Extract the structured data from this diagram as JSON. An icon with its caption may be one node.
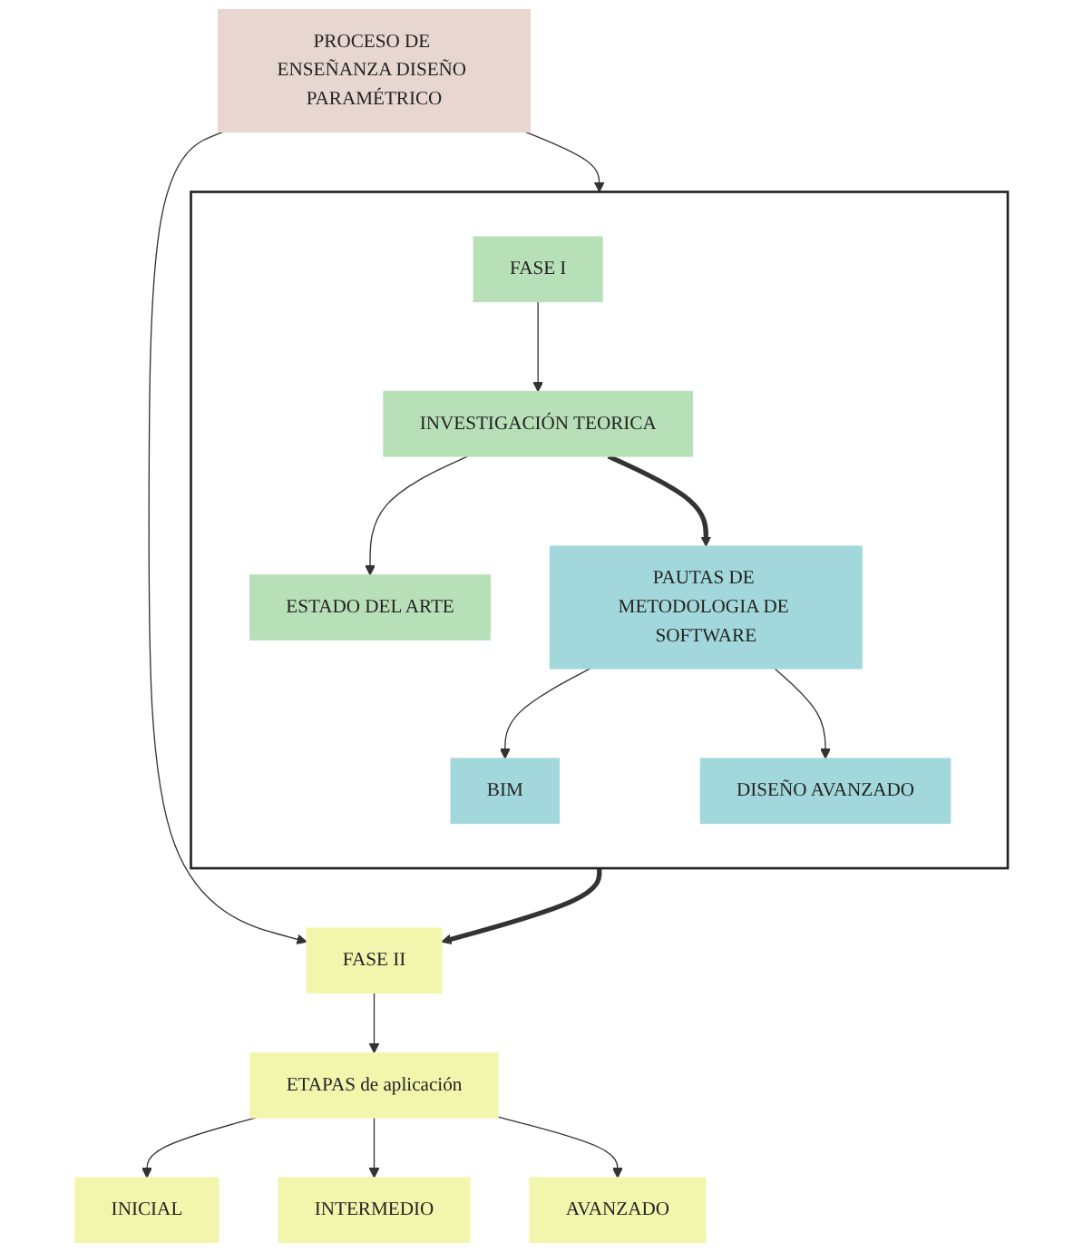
{
  "diagram": {
    "nodes": [
      {
        "text": [
          "PROCESO DE ENSEÑANZA DISEÑO PARAMÉTRICO"
        ]
      },
      {
        "text": [],
        "shape": "box"
      },
      {
        "text": [
          "FASE I"
        ],
        "in": 1
      },
      {
        "text": [
          "INVESTIGACIÓN TEORICA"
        ],
        "in": 1
      },
      {
        "text": [
          "ESTADO DEL ARTE"
        ],
        "in": 1
      },
      {
        "text": [
          "PAUTAS DE METODOLOGIA DE SOFTWARE"
        ],
        "in": 1
      },
      {
        "text": [
          "BIM"
        ],
        "in": 1
      },
      {
        "text": [
          "DISEÑO AVANZADO"
        ],
        "in": 1
      },
      {
        "text": [
          "FASE II"
        ]
      },
      {
        "text": [
          "ETAPAS de aplicación"
        ]
      },
      {
        "text": [
          "INICIAL"
        ]
      },
      {
        "text": [
          "INTERMEDIO"
        ]
      },
      {
        "text": [
          "AVANZADO"
        ]
      }
    ],
    "edges": [
      {
        "from": 0,
        "to": 1,
        "arrow": "to"
      },
      {
        "from": 0,
        "to": 8,
        "arrow": "to"
      },
      {
        "from": 2,
        "to": 3,
        "arrow": "to"
      },
      {
        "from": 3,
        "to": 4,
        "arrow": "to"
      },
      {
        "from": 3,
        "to": 5,
        "arrow": "to",
        "style": "thick"
      },
      {
        "from": 5,
        "to": 6,
        "arrow": "to"
      },
      {
        "from": 5,
        "to": 7,
        "arrow": "to"
      },
      {
        "from": 1,
        "to": 8,
        "arrow": "to",
        "style": "thick"
      },
      {
        "from": 8,
        "to": 9,
        "arrow": "to"
      },
      {
        "from": 9,
        "to": 10,
        "arrow": "to"
      },
      {
        "from": 9,
        "to": 11,
        "arrow": "to"
      },
      {
        "from": 9,
        "to": 12,
        "arrow": "to"
      }
    ]
  }
}
